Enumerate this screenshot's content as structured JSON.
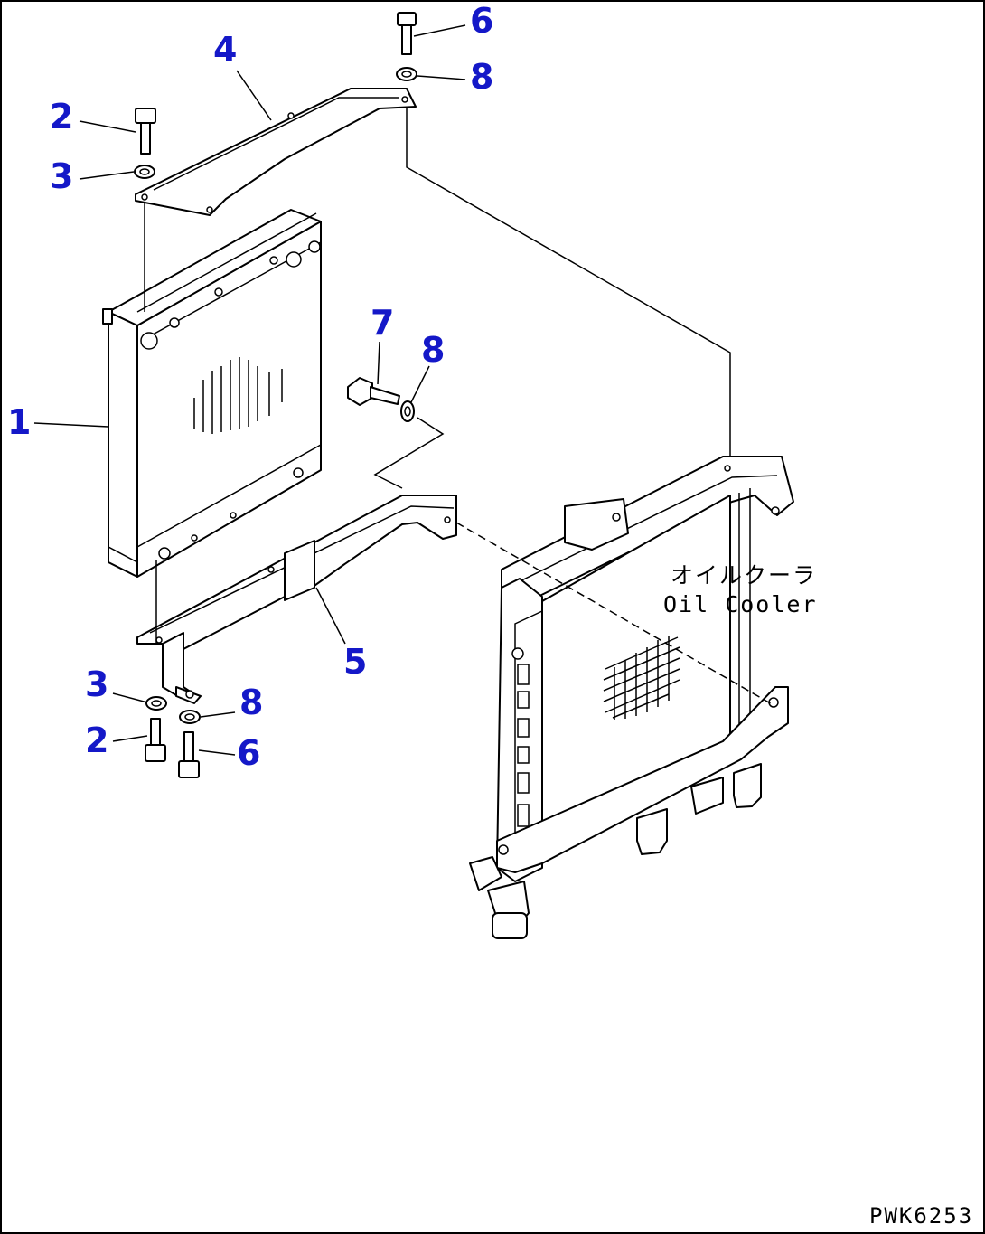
{
  "callouts": {
    "radiator": "1",
    "bolt_upper_left": "2",
    "washer_upper_left": "3",
    "upper_bracket": "4",
    "lower_bracket": "5",
    "bolt_top": "6",
    "washer_top": "8",
    "bolt_middle": "7",
    "washer_middle": "8",
    "washer_lower_left": "3",
    "bolt_lower_left": "2",
    "washer_lower_right": "8",
    "bolt_lower_right": "6"
  },
  "oil_cooler_label": {
    "japanese": "オイルクーラ",
    "english": "Oil Cooler"
  },
  "drawing_code": "PWK6253",
  "colors": {
    "callout": "#1418c8",
    "line": "#000000",
    "background": "#ffffff"
  }
}
